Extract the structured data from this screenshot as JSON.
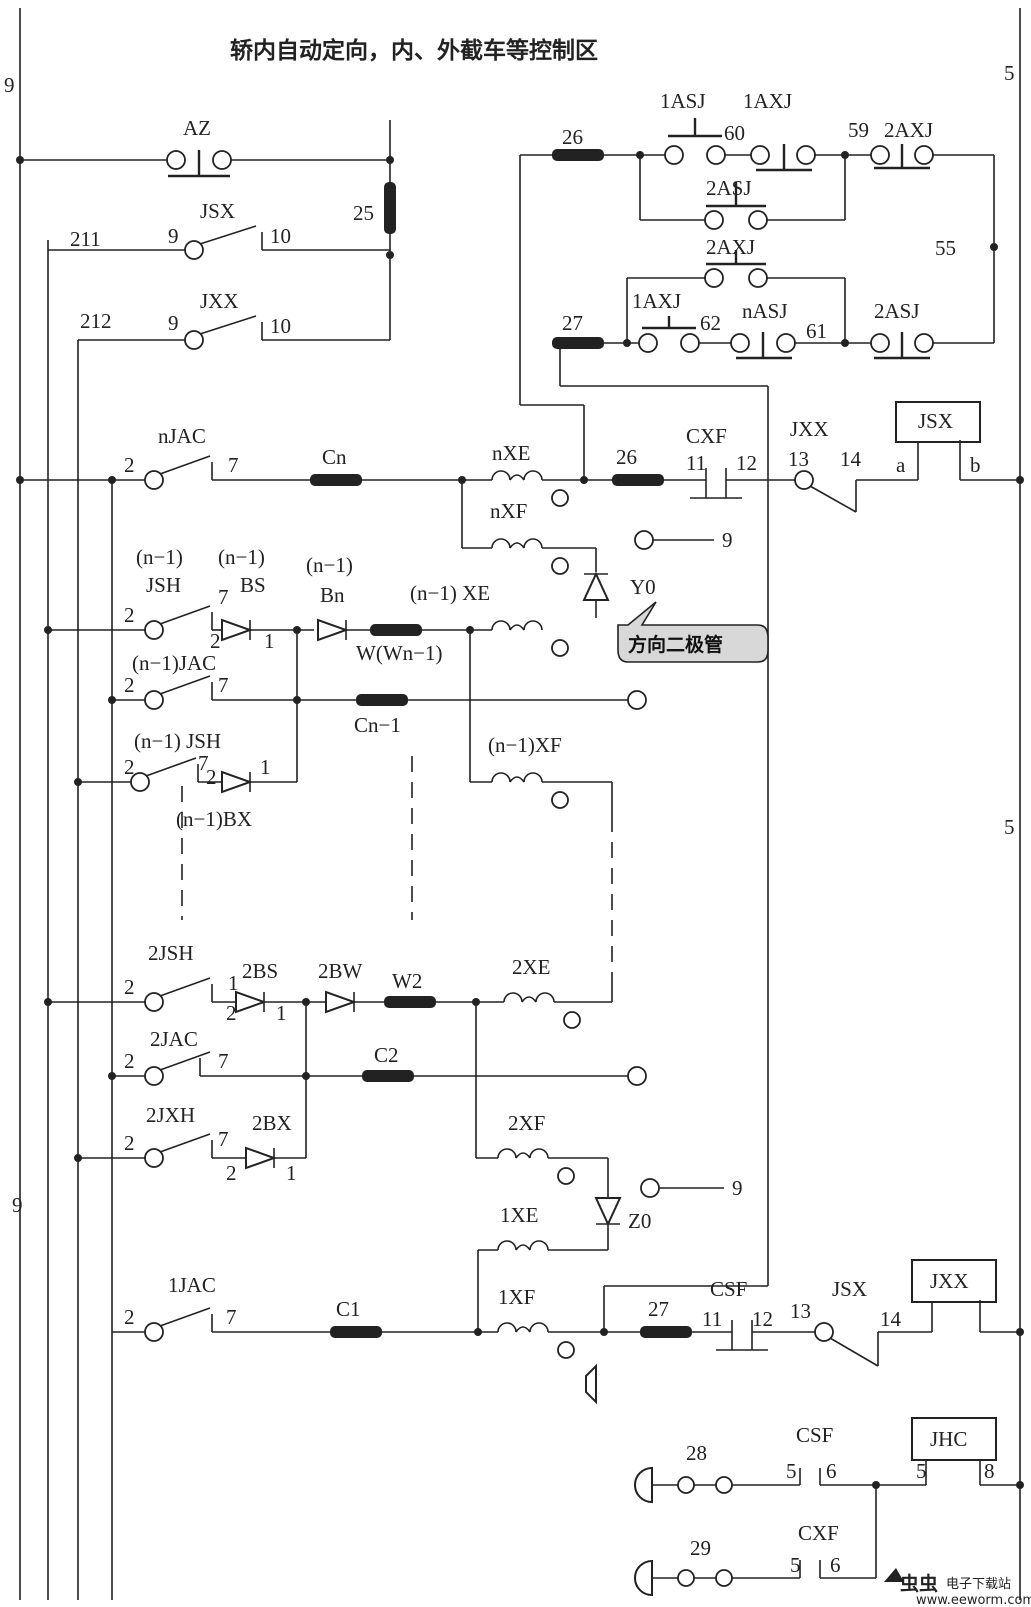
{
  "title": "轿内自动定向，内、外截车等控制区",
  "rails": {
    "left_top": "9",
    "left_bottom": "9",
    "right_top": "5",
    "right_mid": "5"
  },
  "top_section": {
    "az": "AZ",
    "r25": "25",
    "jsx_row": {
      "wire": "211",
      "label": "JSX",
      "pin_in": "9",
      "pin_out": "10"
    },
    "jxx_row": {
      "wire": "212",
      "label": "JXX",
      "pin_in": "9",
      "pin_out": "10"
    }
  },
  "direction_logic": {
    "r26_top": "26",
    "r27_top": "27",
    "c1asj": "1ASJ",
    "c1axj_top": "1AXJ",
    "n60": "60",
    "n59": "59",
    "c2axj_top": "2AXJ",
    "c2asj_mid": "2ASJ",
    "c2axj_mid": "2AXJ",
    "n55": "55",
    "c1axj_bot": "1AXJ",
    "n62": "62",
    "nasj": "nASJ",
    "n61": "61",
    "c2asj_bot": "2ASJ"
  },
  "up_row": {
    "njac": "nJAC",
    "pin2": "2",
    "pin7": "7",
    "cn": "Cn",
    "nxe": "nXE",
    "nxf": "nXF",
    "r26": "26",
    "cxf": "CXF",
    "p11": "11",
    "p12": "12",
    "jxx": "JXX",
    "p13": "13",
    "p14": "14",
    "coil": "JSX",
    "a": "a",
    "b": "b",
    "to9": "9",
    "y0": "Y0",
    "tag": "方向二极管"
  },
  "floor_n1": {
    "jsh_top": "(n−1)",
    "jsh": "JSH",
    "bs_top": "(n−1)",
    "bs": "BS",
    "bn_top": "(n−1)",
    "bn": "Bn",
    "xe": "(n−1) XE",
    "w": "W(Wn−1)",
    "p2": "2",
    "p7": "7",
    "d2": "2",
    "d1": "1",
    "jac": "(n−1)JAC",
    "jac_p2": "2",
    "jac_p7": "7",
    "cn1": "Cn−1",
    "jxh": "(n−1) JSH",
    "jxh_p2": "2",
    "jxh_p7": "7",
    "bx_p2": "2",
    "bx_p1": "1",
    "bx": "(n−1)BX",
    "xf": "(n−1)XF"
  },
  "floor_2": {
    "jsh": "2JSH",
    "bs": "2BS",
    "bw": "2BW",
    "w2": "W2",
    "xe": "2XE",
    "p2": "2",
    "d1a": "1",
    "d2a": "2",
    "d1b": "1",
    "jac": "2JAC",
    "jac_p2": "2",
    "jac_p7": "7",
    "c2": "C2",
    "jxh": "2JXH",
    "jxh_p2": "2",
    "jxh_p7": "7",
    "bx": "2BX",
    "bx_p2": "2",
    "bx_p1": "1",
    "xf": "2XF",
    "to9": "9",
    "z0": "Z0"
  },
  "down_row": {
    "xe1": "1XE",
    "jac": "1JAC",
    "pin2": "2",
    "pin7": "7",
    "c1": "C1",
    "xf1": "1XF",
    "r27": "27",
    "csf": "CSF",
    "p11": "11",
    "p12": "12",
    "jsx": "JSX",
    "p13": "13",
    "p14": "14",
    "coil": "JXX"
  },
  "bottom_section": {
    "n28": "28",
    "csf": "CSF",
    "csf_p5": "5",
    "csf_p6": "6",
    "coil": "JHC",
    "coil_p5": "5",
    "coil_p8": "8",
    "n29": "29",
    "cxf": "CXF",
    "cxf_p5": "5",
    "cxf_p6": "6"
  },
  "watermark": {
    "logo": "虫虫",
    "name": "电子下载站",
    "url": "www.eeworm.com"
  }
}
